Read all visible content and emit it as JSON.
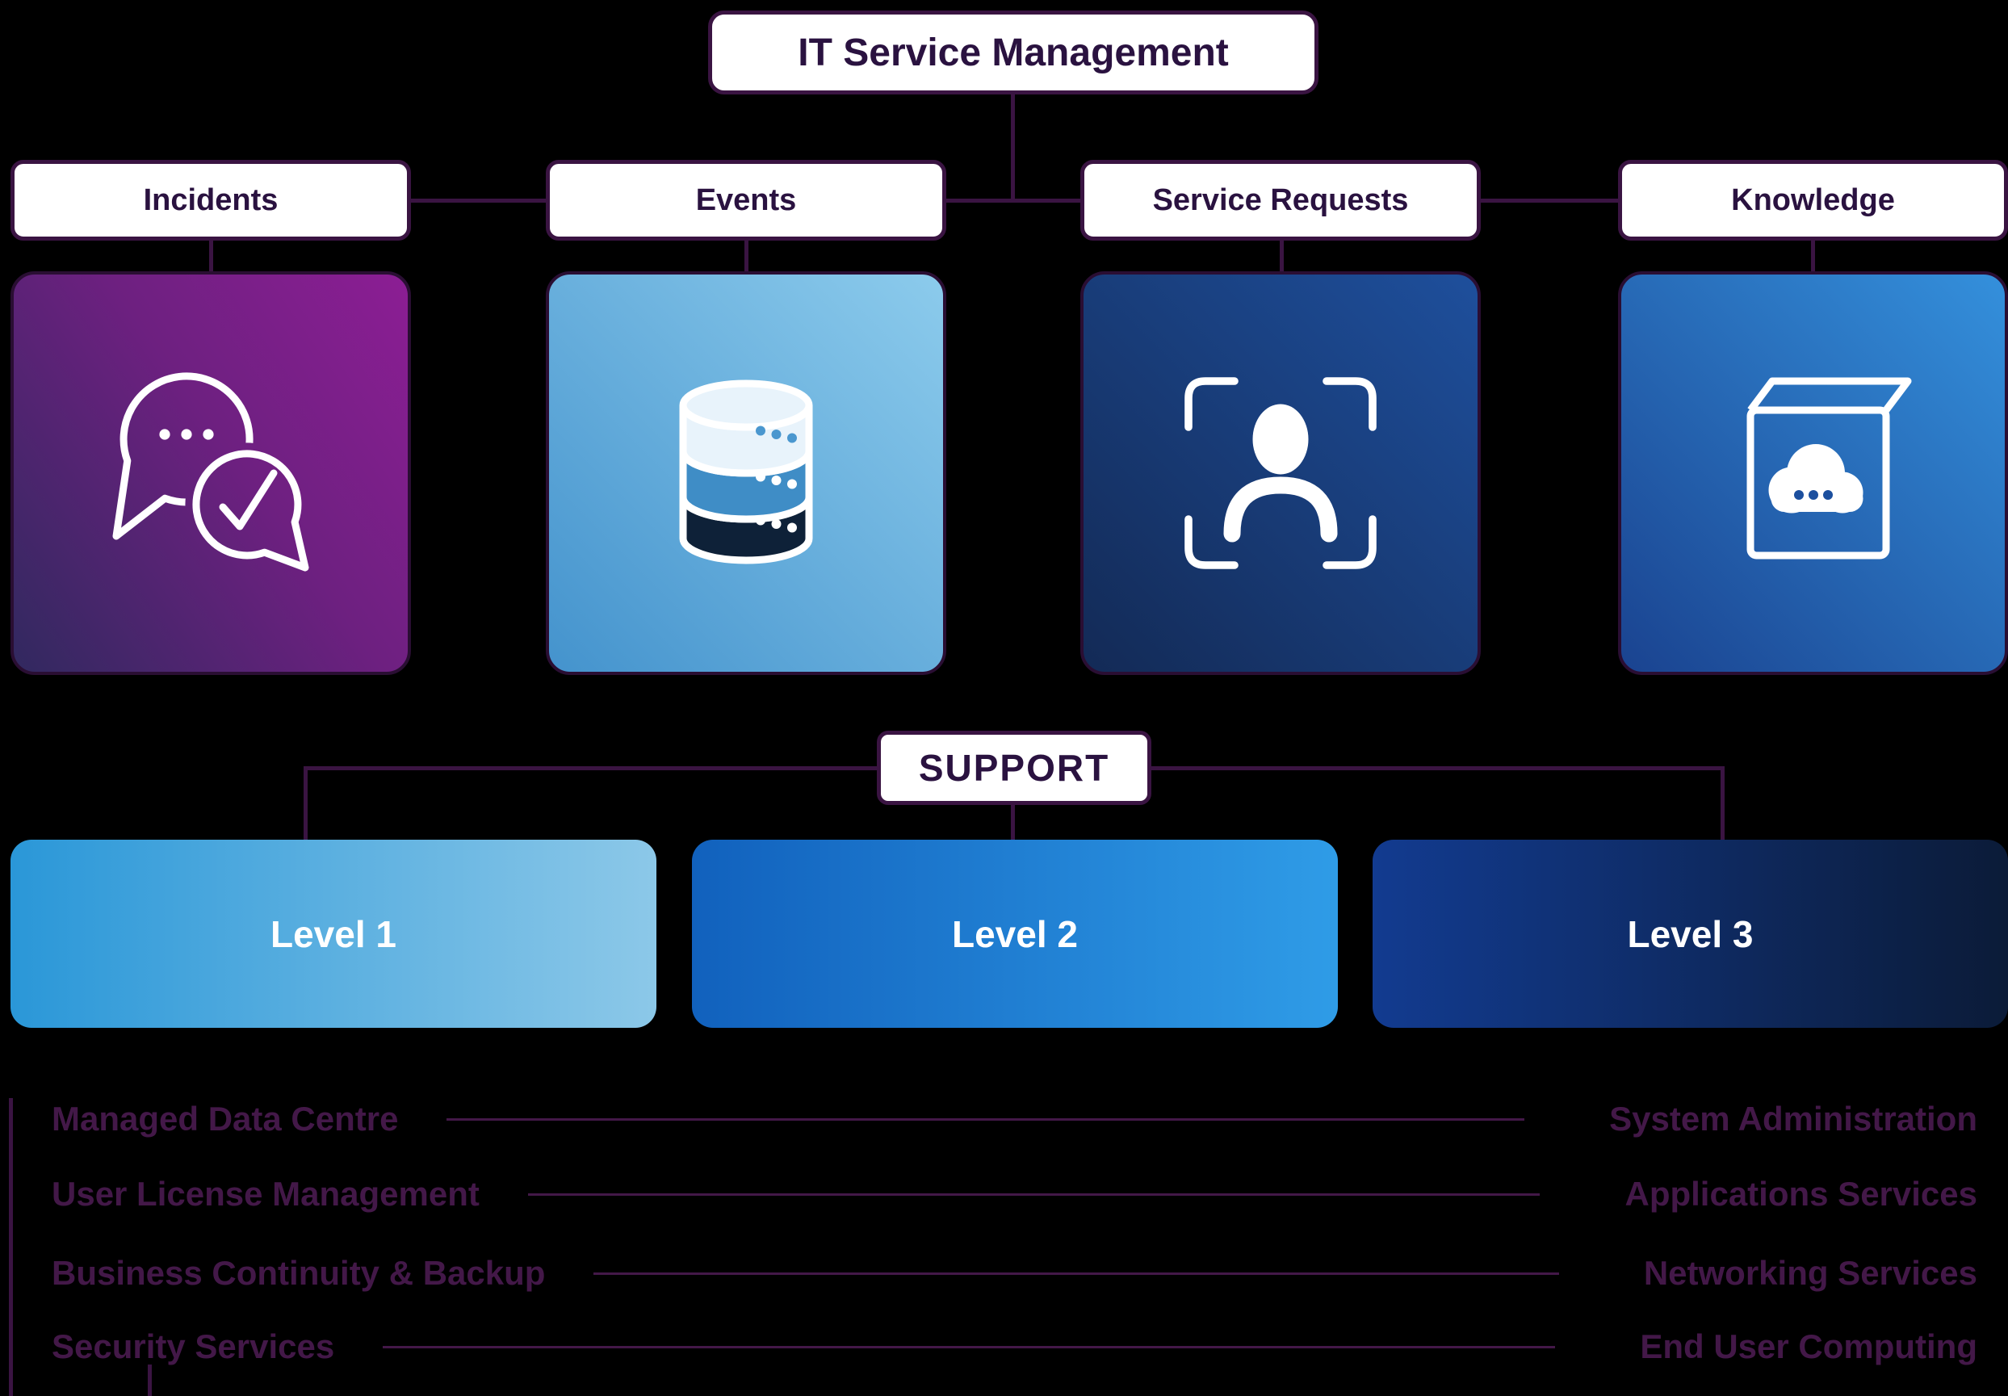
{
  "title": "IT Service Management",
  "categories": [
    {
      "label": "Incidents",
      "icon": "chat-check-icon"
    },
    {
      "label": "Events",
      "icon": "database-icon"
    },
    {
      "label": "Service Requests",
      "icon": "user-frame-icon"
    },
    {
      "label": "Knowledge",
      "icon": "cloud-book-icon"
    }
  ],
  "support": {
    "label": "SUPPORT",
    "levels": [
      {
        "label": "Level 1"
      },
      {
        "label": "Level 2"
      },
      {
        "label": "Level 3"
      }
    ]
  },
  "services": {
    "left": [
      {
        "label": "Managed Data Centre"
      },
      {
        "label": "User License Management"
      },
      {
        "label": "Business Continuity & Backup"
      },
      {
        "label": "Security Services"
      }
    ],
    "right": [
      {
        "label": "System Administration"
      },
      {
        "label": "Applications Services"
      },
      {
        "label": "Networking Services"
      },
      {
        "label": "End User Computing"
      }
    ]
  },
  "colors": {
    "background": "#000000",
    "connector": "#3a1442",
    "heading_text": "#2a1240",
    "service_text": "#431848",
    "level_text": "#ffffff",
    "card_incidents_gradient": [
      "#31295f",
      "#8c1e94"
    ],
    "card_events_gradient": [
      "#4493cd",
      "#8ccbec"
    ],
    "card_service_requests_gradient": [
      "#132a56",
      "#1e4f9c"
    ],
    "card_knowledge_gradient": [
      "#1a4390",
      "#3490dc"
    ],
    "level1_gradient": [
      "#2a97d8",
      "#8cc8e8"
    ],
    "level2_gradient": [
      "#1161bd",
      "#2f9ce7"
    ],
    "level3_gradient": [
      "#123b90",
      "#0b1b38"
    ]
  }
}
